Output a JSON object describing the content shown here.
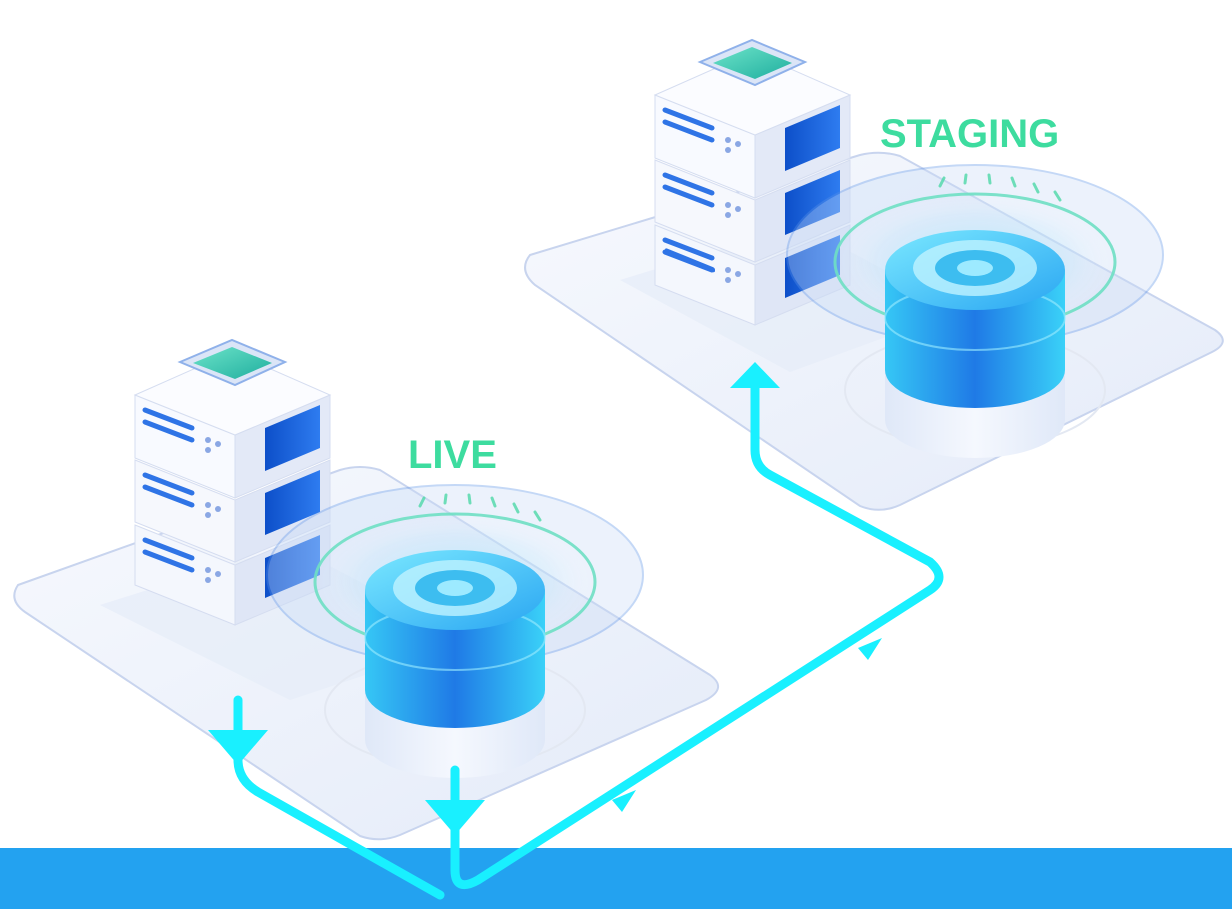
{
  "environments": [
    {
      "id": "live",
      "label": "LIVE"
    },
    {
      "id": "staging",
      "label": "STAGING"
    }
  ],
  "colors": {
    "label": "#3ddc9f",
    "flow": "#19f0ff",
    "bottom_band": "#23a2f0",
    "platform": "#eef2fb",
    "platform_edge": "#c8d4ee",
    "server_face": "#f6f8fd",
    "server_side": "#dfe6f6",
    "server_accent": "#2f74e6",
    "database_top": "#3cd2ff",
    "database_mid": "#1f6fe0",
    "database_ring": "#28d08c"
  }
}
